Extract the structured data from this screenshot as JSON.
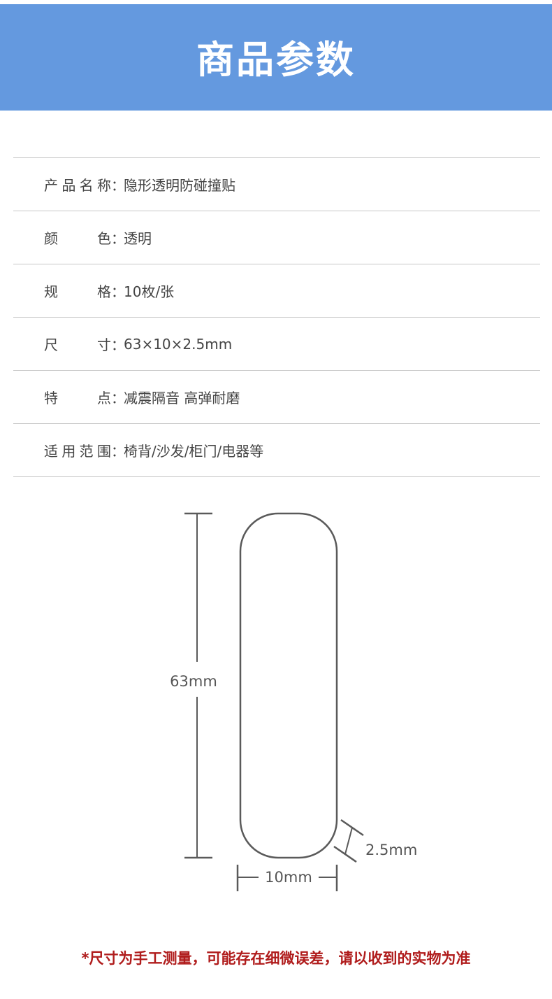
{
  "header": {
    "title": "商品参数"
  },
  "specs": [
    {
      "label": "产品名称",
      "value": "隐形透明防碰撞贴"
    },
    {
      "label": "颜色",
      "value": "透明"
    },
    {
      "label": "规格",
      "value": "10枚/张"
    },
    {
      "label": "尺寸",
      "value": "63×10×2.5mm"
    },
    {
      "label": "特点",
      "value": "减震隔音 高弹耐磨"
    },
    {
      "label": "适用范围",
      "value": "椅背/沙发/柜门/电器等"
    }
  ],
  "diagram": {
    "height_label": "63mm",
    "width_label": "10mm",
    "thickness_label": "2.5mm"
  },
  "colors": {
    "banner": "#6499df",
    "note": "#b01c1c"
  },
  "note": "*尺寸为手工测量，可能存在细微误差，请以收到的实物为准"
}
